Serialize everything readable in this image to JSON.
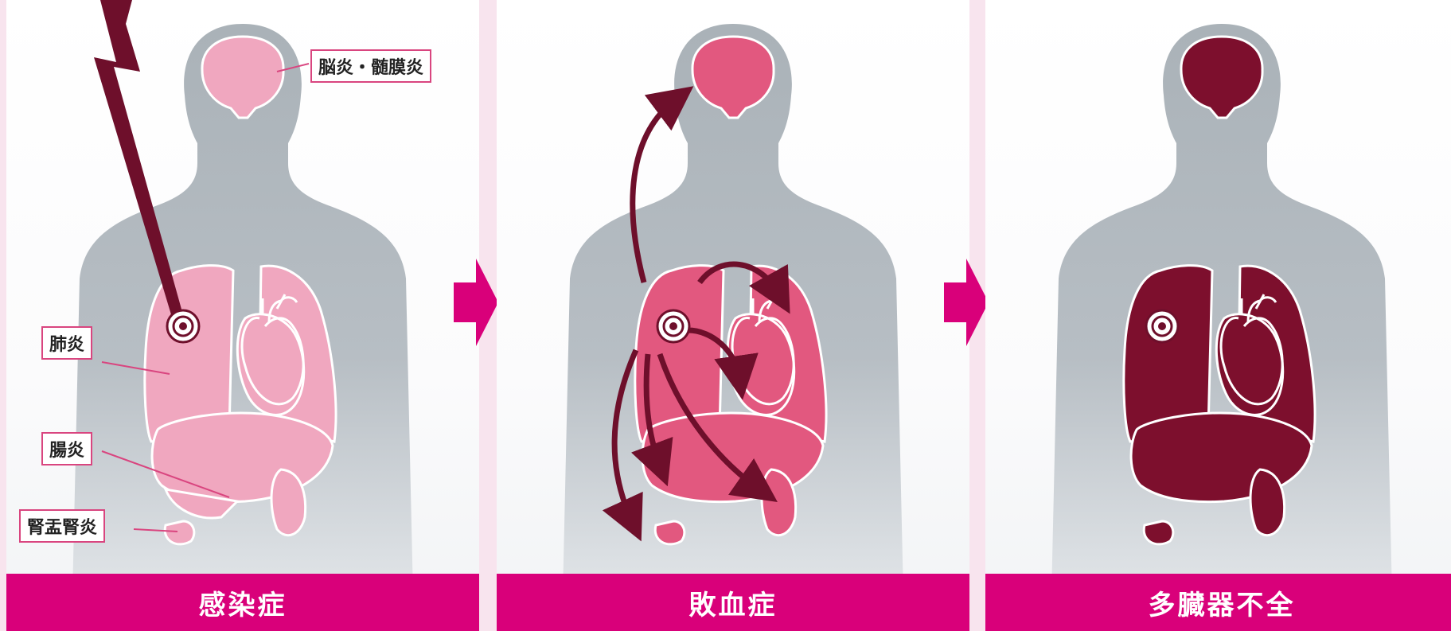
{
  "panels": [
    {
      "title": "感染症",
      "organ_fill": "#f0a7bf",
      "labels": {
        "brain": "脳炎・髄膜炎",
        "lung": "肺炎",
        "intestine": "腸炎",
        "kidney": "腎盂腎炎"
      }
    },
    {
      "title": "敗血症",
      "organ_fill": "#e2587f"
    },
    {
      "title": "多臓器不全",
      "organ_fill": "#7d0f2d"
    }
  ],
  "colors": {
    "accent": "#d9007a",
    "silhouette": "#b3bac0",
    "arrow_dark": "#6e0f2b"
  }
}
